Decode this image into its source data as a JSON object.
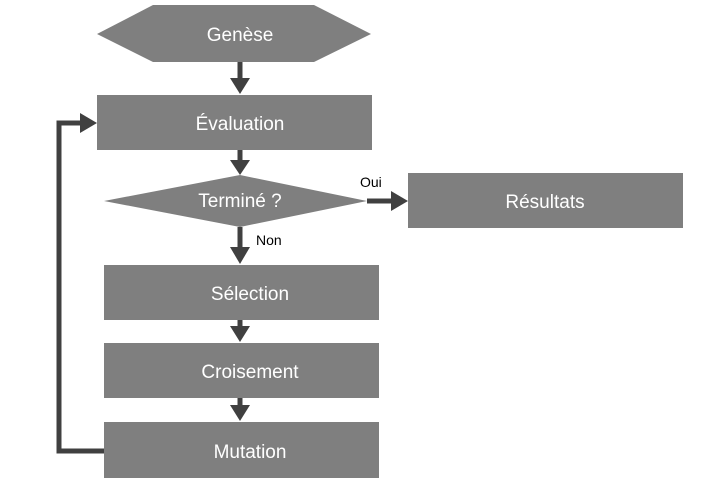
{
  "diagram": {
    "nodes": {
      "genese": "Genèse",
      "evaluation": "Évaluation",
      "termine": "Terminé ?",
      "resultats": "Résultats",
      "selection": "Sélection",
      "croisement": "Croisement",
      "mutation": "Mutation"
    },
    "edge_labels": {
      "oui": "Oui",
      "non": "Non"
    },
    "colors": {
      "node_fill": "#7f7f7f",
      "node_text": "#ffffff",
      "arrow": "#404040"
    }
  }
}
